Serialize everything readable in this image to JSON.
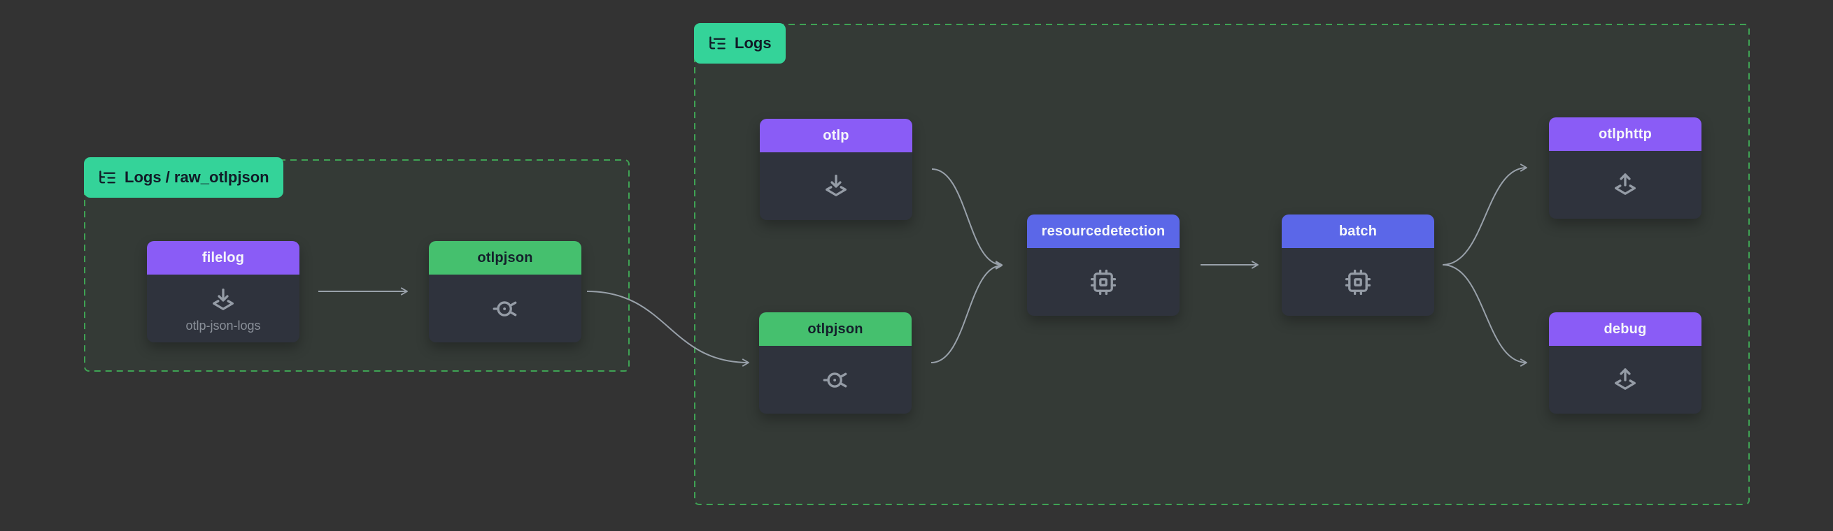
{
  "app": {
    "view": "pipeline-graph"
  },
  "colors": {
    "canvas_background": "#333333",
    "group_fill": "#343a36",
    "group_border": "#3fa354",
    "badge_background": "#34d399",
    "badge_text": "#111b27",
    "receiver_exporter_header": "#8a5cf6",
    "connector_header": "#45c06e",
    "processor_header": "#5b67e8",
    "node_body": "#2f333d",
    "node_icon": "#959ca6",
    "subtitle_text": "#8a9099",
    "edge": "#99a1aa"
  },
  "groups": [
    {
      "id": "logs-raw_otlpjson",
      "label": "Logs / raw_otlpjson",
      "icon": "list-tree-icon"
    },
    {
      "id": "logs",
      "label": "Logs",
      "icon": "list-tree-icon"
    }
  ],
  "nodes": [
    {
      "id": "filelog",
      "title": "filelog",
      "subtitle": "otlp-json-logs",
      "type": "receiver",
      "group": "Logs / raw_otlpjson",
      "icon": "receiver-icon"
    },
    {
      "id": "otlpjson-out",
      "title": "otlpjson",
      "type": "connector",
      "group": "Logs / raw_otlpjson",
      "icon": "connector-icon"
    },
    {
      "id": "otlp",
      "title": "otlp",
      "type": "receiver",
      "group": "Logs",
      "icon": "receiver-icon"
    },
    {
      "id": "otlpjson-in",
      "title": "otlpjson",
      "type": "connector",
      "group": "Logs",
      "icon": "connector-icon"
    },
    {
      "id": "resourcedetection",
      "title": "resourcedetection",
      "type": "processor",
      "group": "Logs",
      "icon": "processor-icon"
    },
    {
      "id": "batch",
      "title": "batch",
      "type": "processor",
      "group": "Logs",
      "icon": "processor-icon"
    },
    {
      "id": "otlphttp",
      "title": "otlphttp",
      "type": "exporter",
      "group": "Logs",
      "icon": "exporter-icon"
    },
    {
      "id": "debug",
      "title": "debug",
      "type": "exporter",
      "group": "Logs",
      "icon": "exporter-icon"
    }
  ],
  "edges": [
    {
      "from": "filelog",
      "to": "otlpjson-out"
    },
    {
      "from": "otlpjson-out",
      "to": "otlpjson-in"
    },
    {
      "from": "otlp",
      "to": "resourcedetection"
    },
    {
      "from": "otlpjson-in",
      "to": "resourcedetection"
    },
    {
      "from": "resourcedetection",
      "to": "batch"
    },
    {
      "from": "batch",
      "to": "otlphttp"
    },
    {
      "from": "batch",
      "to": "debug"
    }
  ]
}
